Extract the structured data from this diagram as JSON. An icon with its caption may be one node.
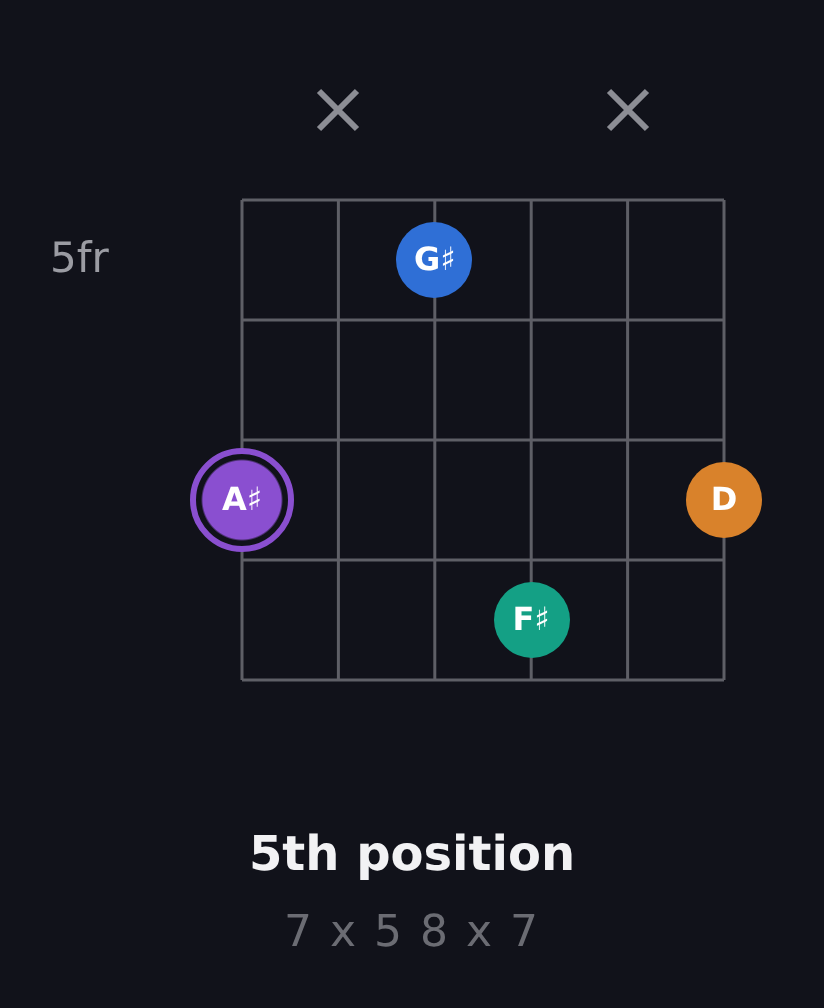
{
  "diagram": {
    "title": "5th position",
    "nodes": [
      {
        "text": [
          "G♯"
        ]
      },
      {
        "text": [
          "A♯"
        ]
      },
      {
        "text": [
          "D"
        ]
      },
      {
        "text": [
          "F♯"
        ]
      }
    ],
    "labels": [
      "5fr",
      "7 x 5 8 x 7"
    ]
  }
}
